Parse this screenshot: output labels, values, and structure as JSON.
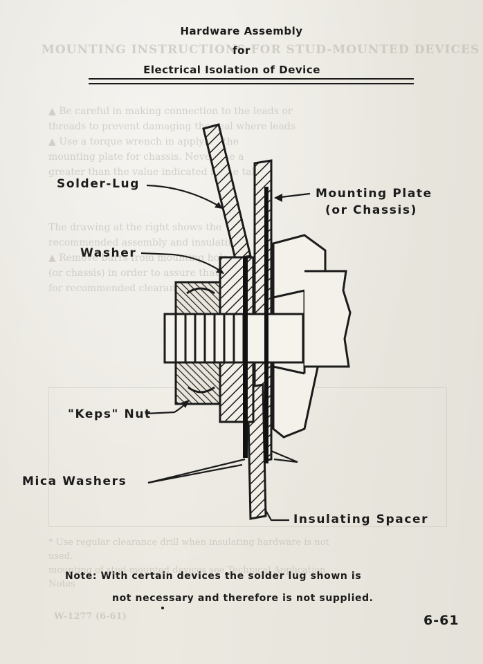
{
  "header": {
    "line1": "Hardware Assembly",
    "line2": "for",
    "line3": "Electrical Isolation of Device"
  },
  "diagram": {
    "labels": {
      "solder_lug": "Solder-Lug",
      "mounting_plate_1": "Mounting Plate",
      "mounting_plate_2": "(or Chassis)",
      "washer": "Washer",
      "keps_nut": "\"Keps\" Nut",
      "mica_washers": "Mica Washers",
      "insulating_spacer": "Insulating Spacer"
    }
  },
  "note": {
    "line1": "Note:  With certain devices the solder lug shown is",
    "line2": "not necessary and therefore is not supplied."
  },
  "page_number": "6-61"
}
